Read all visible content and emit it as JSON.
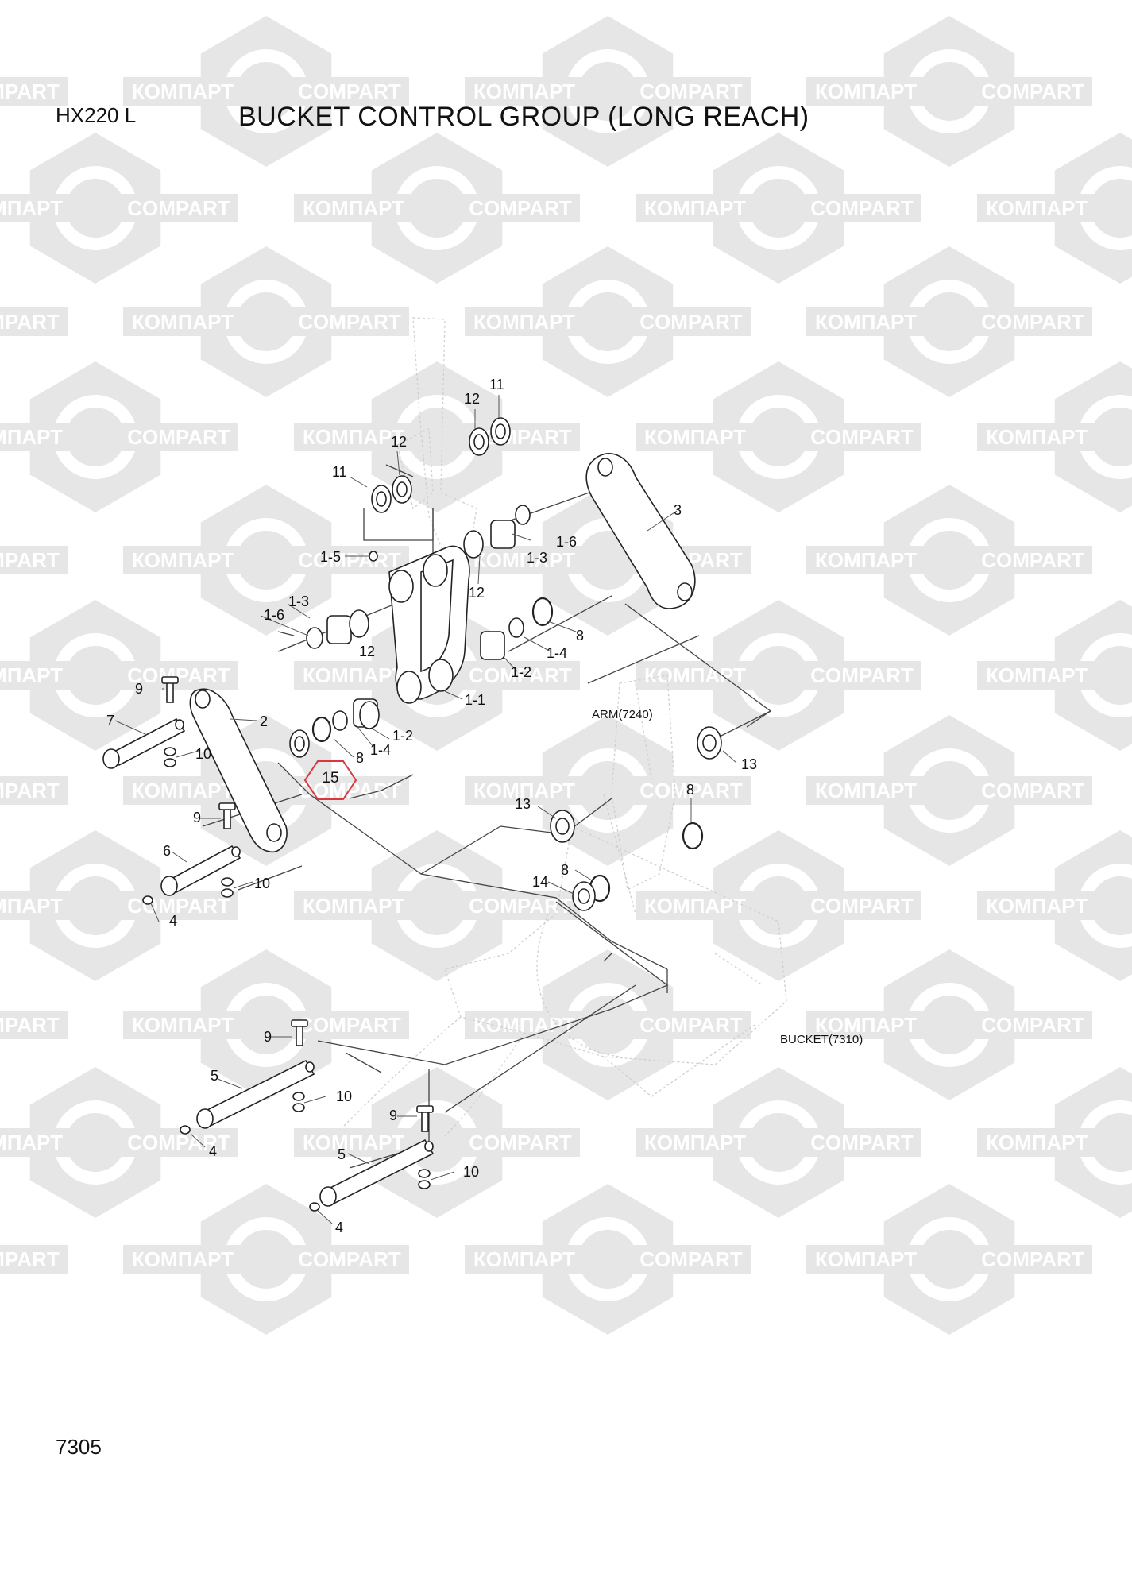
{
  "header": {
    "model": "HX220 L",
    "title": "BUCKET CONTROL GROUP (LONG REACH)",
    "page_number": "7305"
  },
  "watermark": {
    "text_cyrillic": "КОМПАРТ",
    "text_latin": "COMPART",
    "color": "#e6e6e6"
  },
  "highlight": {
    "part": "15",
    "color": "#d9363e"
  },
  "references": {
    "arm": "ARM(7240)",
    "bucket": "BUCKET(7310)"
  },
  "callouts": {
    "c11a": "11",
    "c12a": "12",
    "c12b": "12",
    "c11b": "11",
    "c3": "3",
    "c1_5": "1-5",
    "c1_6a": "1-6",
    "c1_3a": "1-3",
    "c12c": "12",
    "c1_3b": "1-3",
    "c1_6b": "1-6",
    "c12d": "12",
    "c8a": "8",
    "c1_4a": "1-4",
    "c1_2a": "1-2",
    "c1_1": "1-1",
    "c9a": "9",
    "c7": "7",
    "c2": "2",
    "c10a": "10",
    "c1_2b": "1-2",
    "c1_4b": "1-4",
    "c8b": "8",
    "c13a": "13",
    "c9b": "9",
    "c6": "6",
    "c13b": "13",
    "c8c": "8",
    "c10b": "10",
    "c8d": "8",
    "c14": "14",
    "c4a": "4",
    "c9c": "9",
    "c5a": "5",
    "c10c": "10",
    "c4b": "4",
    "c9d": "9",
    "c5b": "5",
    "c10d": "10",
    "c4c": "4"
  }
}
